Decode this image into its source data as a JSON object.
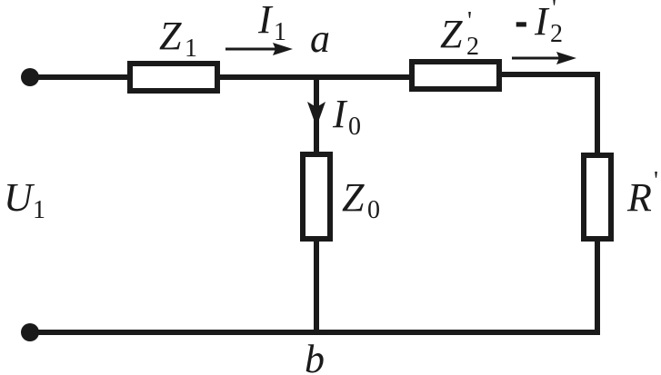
{
  "labels": {
    "z1_main": "Z",
    "z1_sub": "1",
    "i1_main": "I",
    "i1_sub": "1",
    "node_a": "a",
    "z2_main": "Z",
    "z2_sub": "2",
    "z2_prime": "'",
    "i2_minus": "-",
    "i2_main": "I",
    "i2_sub": "2",
    "i2_prime": "'",
    "i0_main": "I",
    "i0_sub": "0",
    "z0_main": "Z",
    "z0_sub": "0",
    "r_main": "R",
    "r_prime": "'",
    "u1_main": "U",
    "u1_sub": "1",
    "node_b": "b"
  }
}
